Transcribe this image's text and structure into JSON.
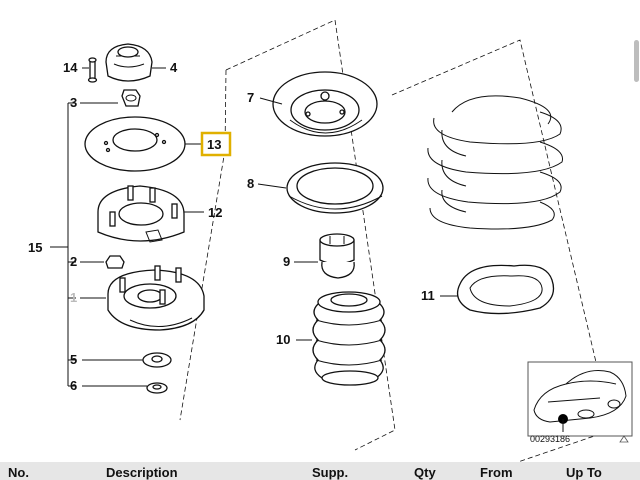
{
  "diagram": {
    "callouts": [
      {
        "id": "14",
        "label": "14"
      },
      {
        "id": "4",
        "label": "4"
      },
      {
        "id": "3",
        "label": "3"
      },
      {
        "id": "13",
        "label": "13",
        "highlighted": true
      },
      {
        "id": "12",
        "label": "12"
      },
      {
        "id": "15",
        "label": "15"
      },
      {
        "id": "2",
        "label": "2"
      },
      {
        "id": "1",
        "label": "1"
      },
      {
        "id": "5",
        "label": "5"
      },
      {
        "id": "6",
        "label": "6"
      },
      {
        "id": "7",
        "label": "7"
      },
      {
        "id": "8",
        "label": "8"
      },
      {
        "id": "9",
        "label": "9"
      },
      {
        "id": "10",
        "label": "10"
      },
      {
        "id": "11",
        "label": "11"
      }
    ],
    "thumbnail_code": "00293186",
    "highlight_color": "#e0b000"
  },
  "table_header": {
    "columns": [
      "No.",
      "Description",
      "Supp.",
      "Qty",
      "From",
      "Up To"
    ]
  }
}
